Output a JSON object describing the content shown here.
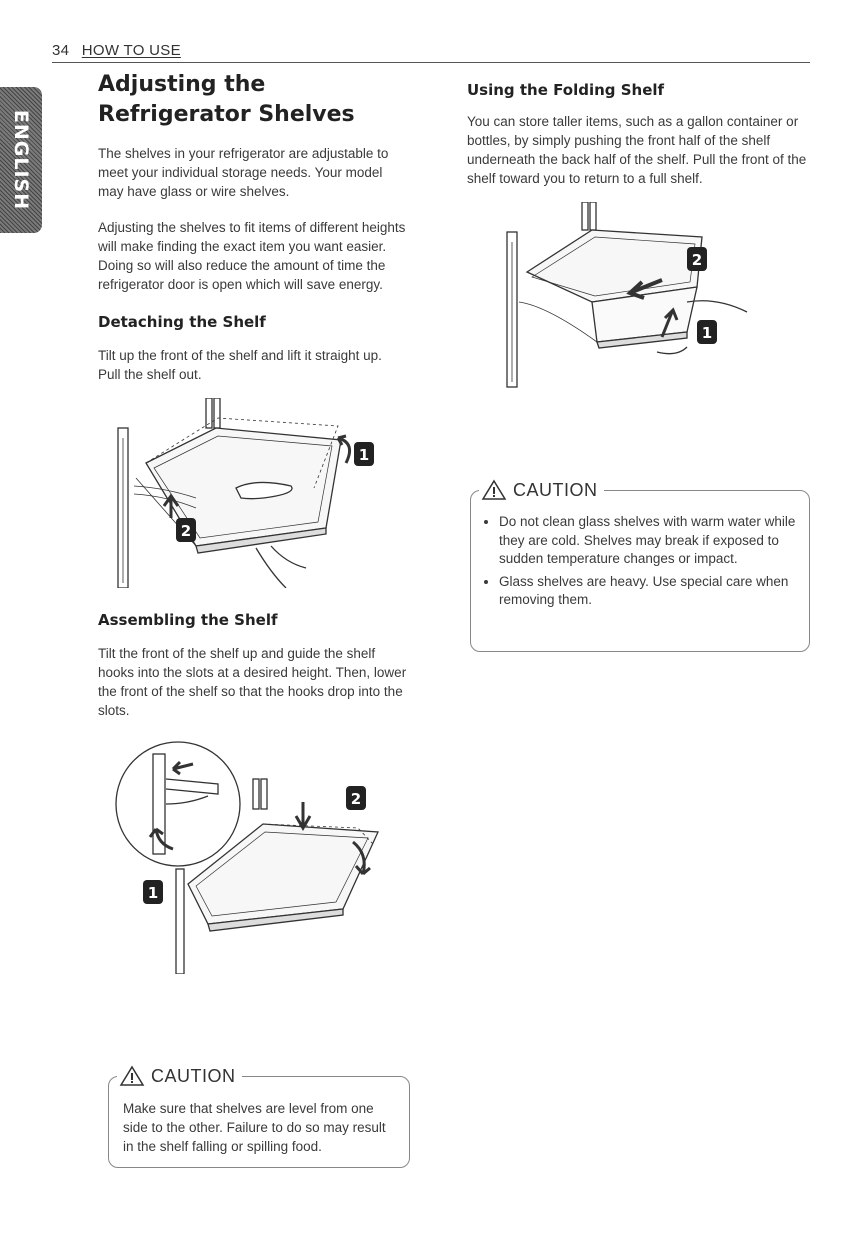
{
  "header": {
    "page_number": "34",
    "section": "HOW TO USE"
  },
  "side_tab": "ENGLISH",
  "left": {
    "title": "Adjusting the Refrigerator Shelves",
    "intro_1": "The shelves in your refrigerator are adjustable to meet your individual storage needs. Your model may have glass or wire shelves.",
    "intro_2": "Adjusting the shelves to fit items of different heights will make finding the exact item you want easier. Doing so will also reduce the amount of time the refrigerator door is open which will save energy.",
    "detaching": {
      "heading": "Detaching the Shelf",
      "text": "Tilt up the front of the shelf and lift it straight up. Pull the shelf out.",
      "steps": [
        "1",
        "2"
      ]
    },
    "assembling": {
      "heading": "Assembling the Shelf",
      "text": "Tilt the front of the shelf up and guide the shelf hooks into the slots at a desired height. Then, lower the front of the shelf so that the hooks drop into the slots.",
      "steps": [
        "1",
        "2"
      ]
    },
    "caution": {
      "title": "CAUTION",
      "text": "Make sure that shelves are level from one side to the other. Failure to do so may result in the shelf falling or spilling food."
    }
  },
  "right": {
    "heading": "Using the Folding Shelf",
    "text": "You can store taller items, such as a gallon container or bottles, by simply pushing the front half of the shelf underneath the back half of the shelf. Pull the front of the shelf toward you to return to a full shelf.",
    "steps": [
      "1",
      "2"
    ],
    "caution": {
      "title": "CAUTION",
      "items": [
        "Do not clean glass shelves with warm water while they are cold. Shelves may break if exposed to sudden temperature changes or impact.",
        "Glass shelves are heavy. Use special care when removing them."
      ]
    }
  }
}
